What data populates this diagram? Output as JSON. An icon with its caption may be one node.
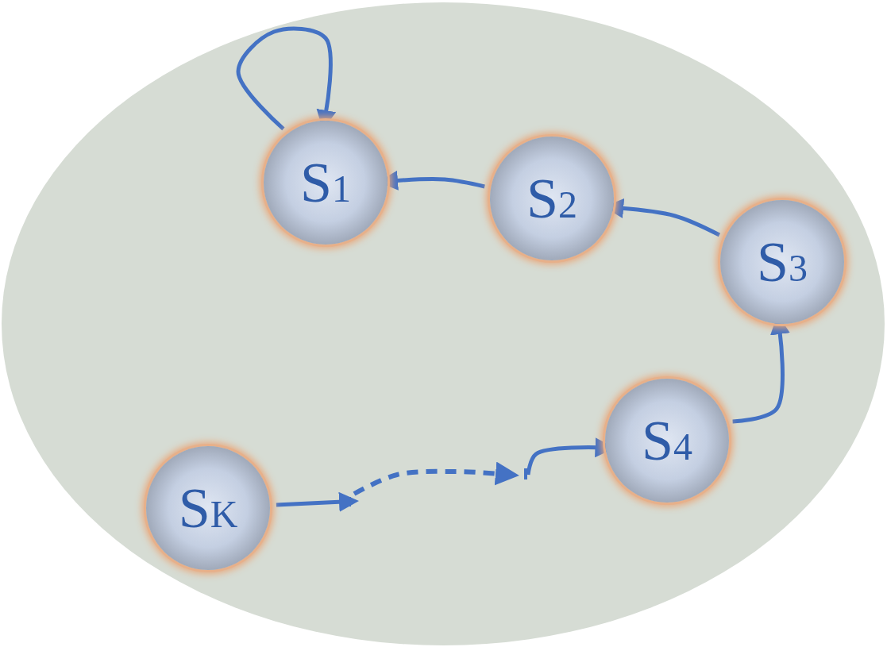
{
  "diagram": {
    "nodes": [
      {
        "text": [
          "S$_{1}$"
        ]
      },
      {
        "text": [
          "S$_{2}$"
        ]
      },
      {
        "text": [
          "S$_{3}$"
        ]
      },
      {
        "text": [
          "S$_{4}$"
        ]
      },
      {
        "text": [
          "S$_{K}$"
        ]
      }
    ],
    "edges": [
      {
        "from": 0,
        "to": 0,
        "arrow": "to"
      },
      {
        "from": 1,
        "to": 0,
        "arrow": "to"
      },
      {
        "from": 2,
        "to": 1,
        "arrow": "to"
      },
      {
        "from": 3,
        "to": 2,
        "arrow": "to"
      },
      {
        "from": 4,
        "to": null,
        "arrow": "to"
      },
      {
        "from": null,
        "to": 3,
        "arrow": "to"
      }
    ]
  }
}
